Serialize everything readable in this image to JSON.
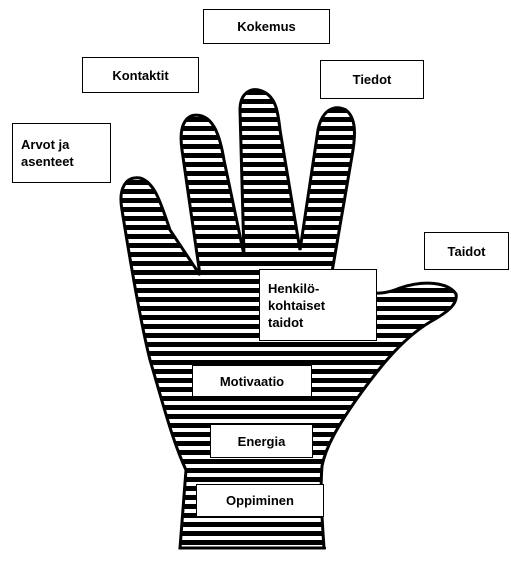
{
  "labels": {
    "kokemus": "Kokemus",
    "kontaktit": "Kontaktit",
    "tiedot": "Tiedot",
    "arvot": "Arvot ja\nasenteet",
    "taidot": "Taidot",
    "henkilokohtaiset": "Henkilö-\nkohtaiset\ntaidot",
    "motivaatio": "Motivaatio",
    "energia": "Energia",
    "oppiminen": "Oppiminen"
  },
  "colors": {
    "ink": "#000000",
    "paper": "#ffffff"
  },
  "illustration": {
    "icon": "hand-icon"
  }
}
